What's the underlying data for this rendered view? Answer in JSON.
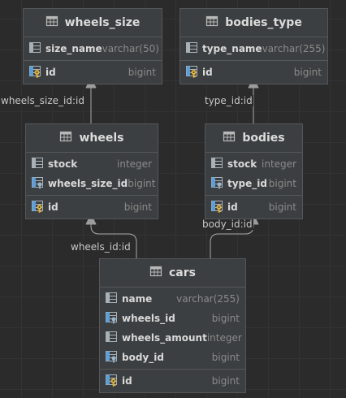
{
  "tables": {
    "wheels_size": {
      "title": "wheels_size",
      "cols": [
        {
          "name": "size_name",
          "type": "varchar(50)",
          "icon": "column-icon"
        },
        {
          "name": "id",
          "type": "bigint",
          "icon": "primary-key-icon"
        }
      ]
    },
    "bodies_type": {
      "title": "bodies_type",
      "cols": [
        {
          "name": "type_name",
          "type": "varchar(255)",
          "icon": "column-icon"
        },
        {
          "name": "id",
          "type": "bigint",
          "icon": "primary-key-icon"
        }
      ]
    },
    "wheels": {
      "title": "wheels",
      "cols": [
        {
          "name": "stock",
          "type": "integer",
          "icon": "column-icon"
        },
        {
          "name": "wheels_size_id",
          "type": "bigint",
          "icon": "foreign-key-icon"
        },
        {
          "name": "id",
          "type": "bigint",
          "icon": "primary-key-icon"
        }
      ]
    },
    "bodies": {
      "title": "bodies",
      "cols": [
        {
          "name": "stock",
          "type": "integer",
          "icon": "column-icon"
        },
        {
          "name": "type_id",
          "type": "bigint",
          "icon": "foreign-key-icon"
        },
        {
          "name": "id",
          "type": "bigint",
          "icon": "primary-key-icon"
        }
      ]
    },
    "cars": {
      "title": "cars",
      "cols": [
        {
          "name": "name",
          "type": "varchar(255)",
          "icon": "column-icon"
        },
        {
          "name": "wheels_id",
          "type": "bigint",
          "icon": "foreign-key-icon"
        },
        {
          "name": "wheels_amount",
          "type": "integer",
          "icon": "column-icon"
        },
        {
          "name": "body_id",
          "type": "bigint",
          "icon": "foreign-key-icon"
        },
        {
          "name": "id",
          "type": "bigint",
          "icon": "primary-key-icon"
        }
      ]
    }
  },
  "relations": {
    "wheels_size_fk": "wheels_size_id:id",
    "type_fk": "type_id:id",
    "wheels_fk": "wheels_id:id",
    "body_fk": "body_id:id"
  }
}
